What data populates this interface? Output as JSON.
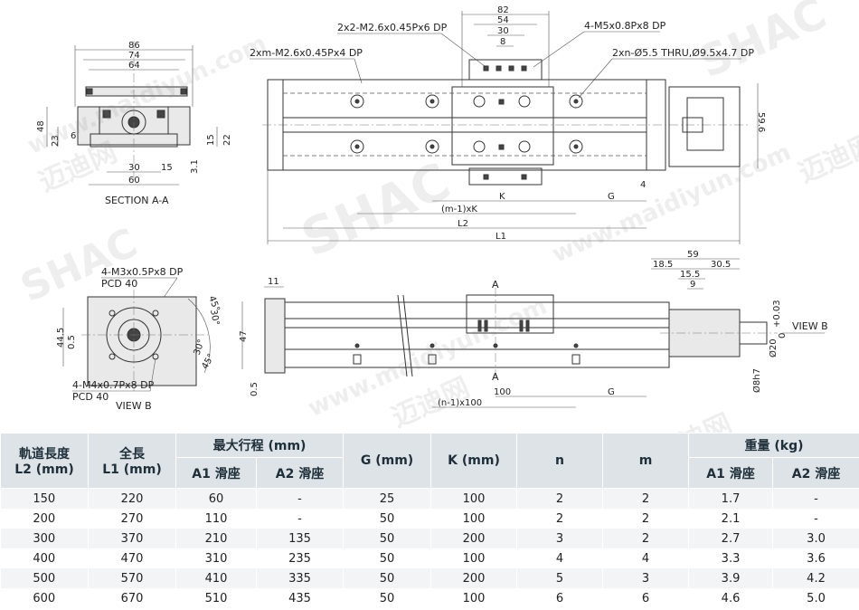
{
  "drawing": {
    "section_label": "SECTION A-A",
    "view_label": "VIEW B",
    "view_b_arrow_label": "VIEW B",
    "section_marker": "A",
    "callouts": {
      "top_m2_6": "2x2-M2.6x0.45Px6 DP",
      "top_m5": "4-M5x0.8Px8 DP",
      "top_xm": "2xm-M2.6x0.45Px4 DP",
      "top_xn": "2xn-Ø5.5 THRU,Ø9.5x4.7 DP",
      "m3": "4-M3x0.5Px8 DP",
      "m3_pcd": "PCD 40",
      "m4": "4-M4x0.7Px8 DP",
      "m4_pcd": "PCD 40"
    },
    "dims": {
      "sec_86": "86",
      "sec_74": "74",
      "sec_64": "64",
      "sec_48": "48",
      "sec_6": "6",
      "sec_23": "23",
      "sec_22": "22",
      "sec_15": "15",
      "sec_30": "30",
      "sec_15b": "15",
      "sec_60": "60",
      "sec_3_1": "3.1",
      "top_82": "82",
      "top_54": "54",
      "top_30": "30",
      "top_8": "8",
      "top_59_6": "59.6",
      "top_4": "4",
      "top_k": "K",
      "top_g": "G",
      "top_mk": "(m-1)xK",
      "top_l2": "L2",
      "top_l1": "L1",
      "vb_44_5": "44.5",
      "vb_0_5": "0.5",
      "vb_45a": "45°",
      "vb_30a": "30°",
      "vb_30b": "30°",
      "vb_45b": "45°",
      "side_11": "11",
      "side_47": "47",
      "side_0_5": "0.5",
      "side_100": "100",
      "side_g": "G",
      "side_n100": "(n-1)x100",
      "side_59": "59",
      "side_18_5": "18.5",
      "side_30_5": "30.5",
      "side_15_5": "15.5",
      "side_9": "9",
      "side_d20": "Ø20",
      "side_tol": "+0.03",
      "side_tol0": "0",
      "side_d8h7": "Ø8h7"
    }
  },
  "table": {
    "headers": {
      "l2": "軌道長度",
      "l2_unit": "L2 (mm)",
      "l1": "全長",
      "l1_unit": "L1 (mm)",
      "stroke": "最大行程 (mm)",
      "stroke_a1": "A1 滑座",
      "stroke_a2": "A2 滑座",
      "g": "G (mm)",
      "k": "K (mm)",
      "n": "n",
      "m": "m",
      "weight": "重量 (kg)",
      "weight_a1": "A1 滑座",
      "weight_a2": "A2 滑座"
    },
    "rows": [
      [
        "150",
        "220",
        "60",
        "-",
        "25",
        "100",
        "2",
        "2",
        "1.7",
        "-"
      ],
      [
        "200",
        "270",
        "110",
        "-",
        "50",
        "100",
        "2",
        "2",
        "2.1",
        "-"
      ],
      [
        "300",
        "370",
        "210",
        "135",
        "50",
        "200",
        "3",
        "2",
        "2.7",
        "3.0"
      ],
      [
        "400",
        "470",
        "310",
        "235",
        "50",
        "100",
        "4",
        "4",
        "3.3",
        "3.6"
      ],
      [
        "500",
        "570",
        "410",
        "335",
        "50",
        "200",
        "5",
        "3",
        "3.9",
        "4.2"
      ],
      [
        "600",
        "670",
        "510",
        "435",
        "50",
        "100",
        "6",
        "6",
        "4.6",
        "5.0"
      ]
    ]
  },
  "watermarks": {
    "brand": "SHAC",
    "domain": "www.maidiyun.com",
    "cn": "迈迪网"
  }
}
